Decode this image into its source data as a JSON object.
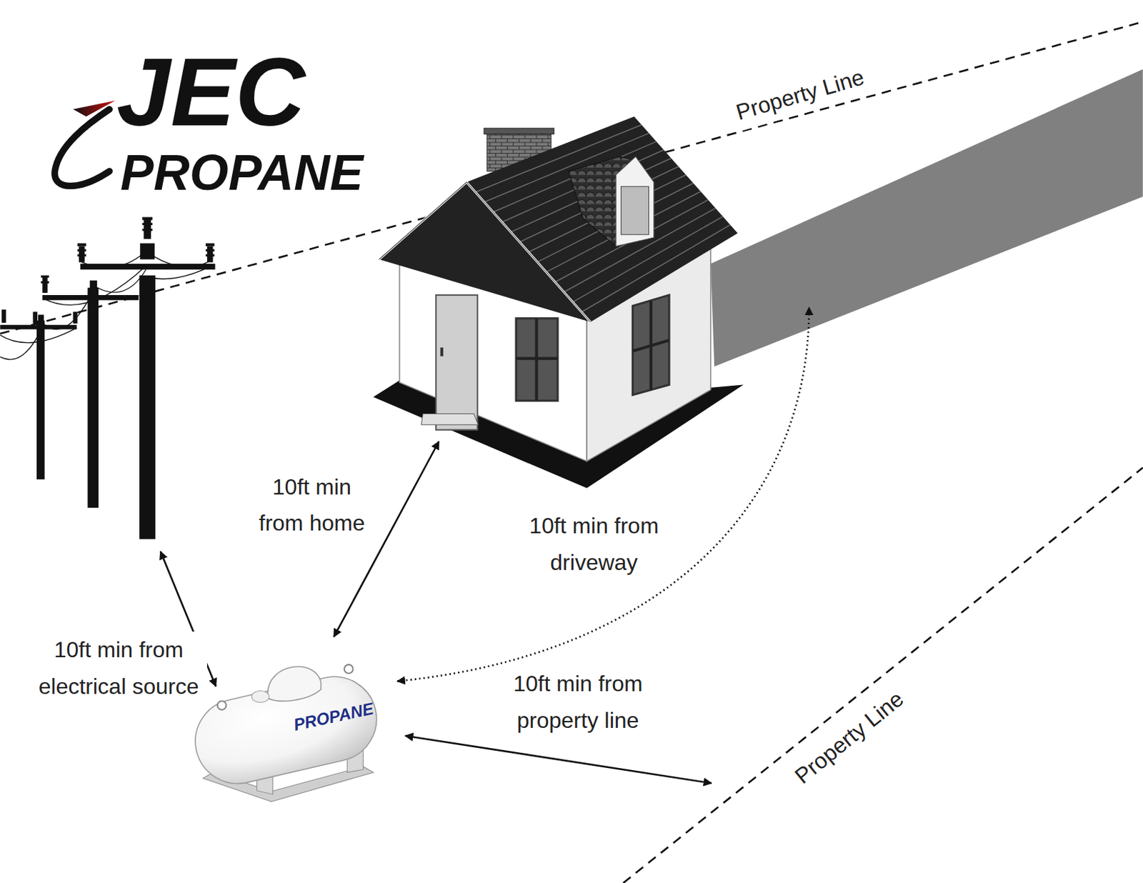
{
  "diagram": {
    "nodes": [
      {
        "text": [
          "PROPANE"
        ]
      }
    ],
    "labels": [
      "JEC",
      "PROPANE",
      "Property Line",
      "10ft min from home",
      "10ft min from driveway",
      "10ft min from electrical source",
      "10ft min from property line",
      "Property Line"
    ]
  }
}
